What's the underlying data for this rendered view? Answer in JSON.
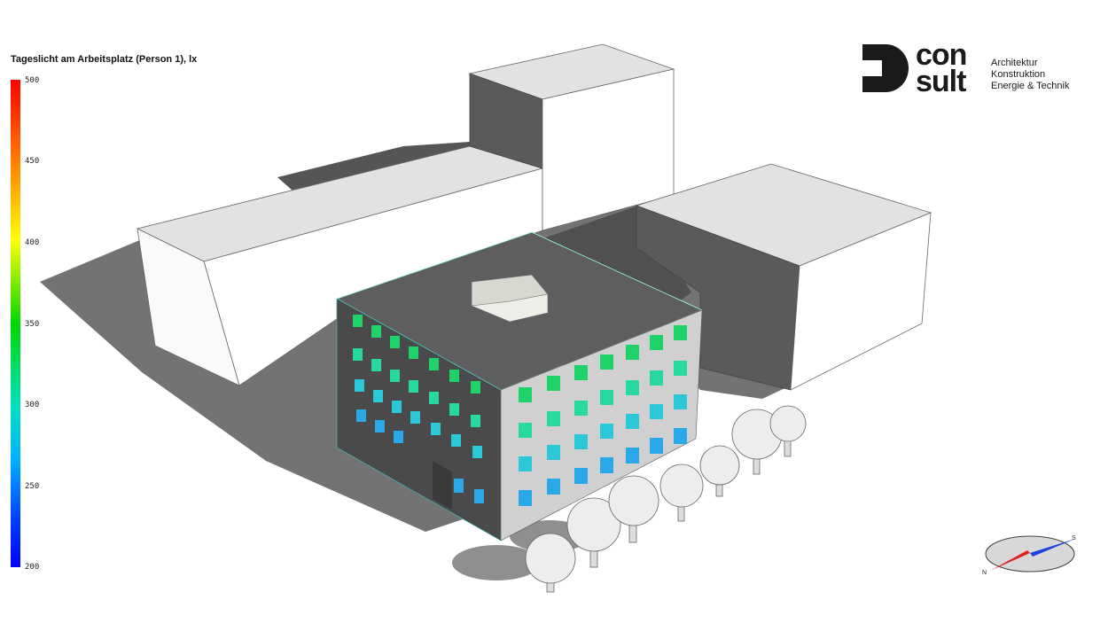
{
  "legend": {
    "title": "Tageslicht am Arbeitsplatz (Person 1), lx",
    "ticks": [
      "500",
      "450",
      "400",
      "350",
      "300",
      "250",
      "200"
    ],
    "scale_top_color": "#ff0000",
    "scale_bottom_color": "#0000ff"
  },
  "logo": {
    "line1": "con",
    "line2": "sult",
    "sub1": "Architektur",
    "sub2": "Konstruktion",
    "sub3": "Energie & Technik"
  },
  "compass": {
    "north_label": "N",
    "south_label": "S",
    "north_color": "#e02020",
    "south_color": "#2040e0"
  },
  "scene": {
    "building_color": "#5a5a5a",
    "neighbor_color": "#ffffff",
    "window_colors": [
      "#1fd36a",
      "#2fe0a8",
      "#2cc8d8",
      "#2aa8e8"
    ]
  }
}
